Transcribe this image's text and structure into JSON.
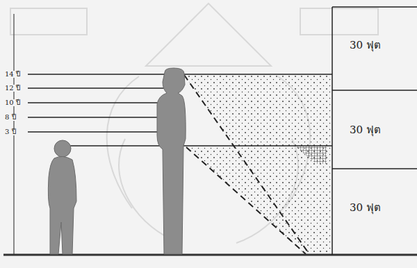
{
  "diagram": {
    "labels": [
      "14 ปี",
      "12 ปี",
      "10 ปี",
      "8 ปี",
      "3 ปี",
      "30 ฟุต",
      "30 ฟุต",
      "30 ฟุต"
    ]
  }
}
